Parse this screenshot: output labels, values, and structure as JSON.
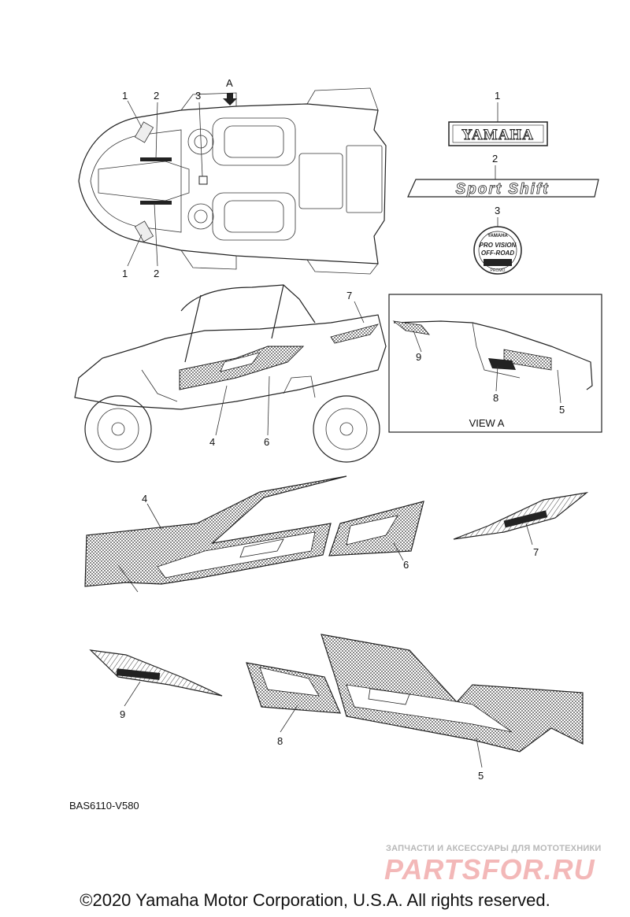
{
  "callouts": {
    "top_1a": "1",
    "top_2a": "2",
    "top_3": "3",
    "top_arrow": "A",
    "top_1b": "1",
    "top_2b": "2",
    "emb_1": "1",
    "emb_2": "2",
    "emb_3": "3",
    "side_7": "7",
    "side_4": "4",
    "side_6": "6",
    "viewa_9": "9",
    "viewa_8": "8",
    "viewa_5": "5",
    "d_4": "4",
    "d_6": "6",
    "d_7": "7",
    "d_9": "9",
    "d_8": "8",
    "d_5": "5"
  },
  "view_a_label": "VIEW A",
  "emblems": {
    "yamaha": "YAMAHA",
    "sport_shift": "Sport Shift",
    "badge_top": "YAMAHA",
    "badge_mid1": "PRO VISION",
    "badge_mid2": "OFF-ROAD",
    "badge_bottom": "PROMO"
  },
  "diagram_code": "BAS6110-V580",
  "watermark": {
    "line1": "ЗАПЧАСТИ И АКСЕССУАРЫ ДЛЯ МОТОТЕХНИКИ",
    "line2": "PARTSFOR.RU"
  },
  "copyright": "©2020 Yamaha Motor Corporation, U.S.A. All rights reserved."
}
